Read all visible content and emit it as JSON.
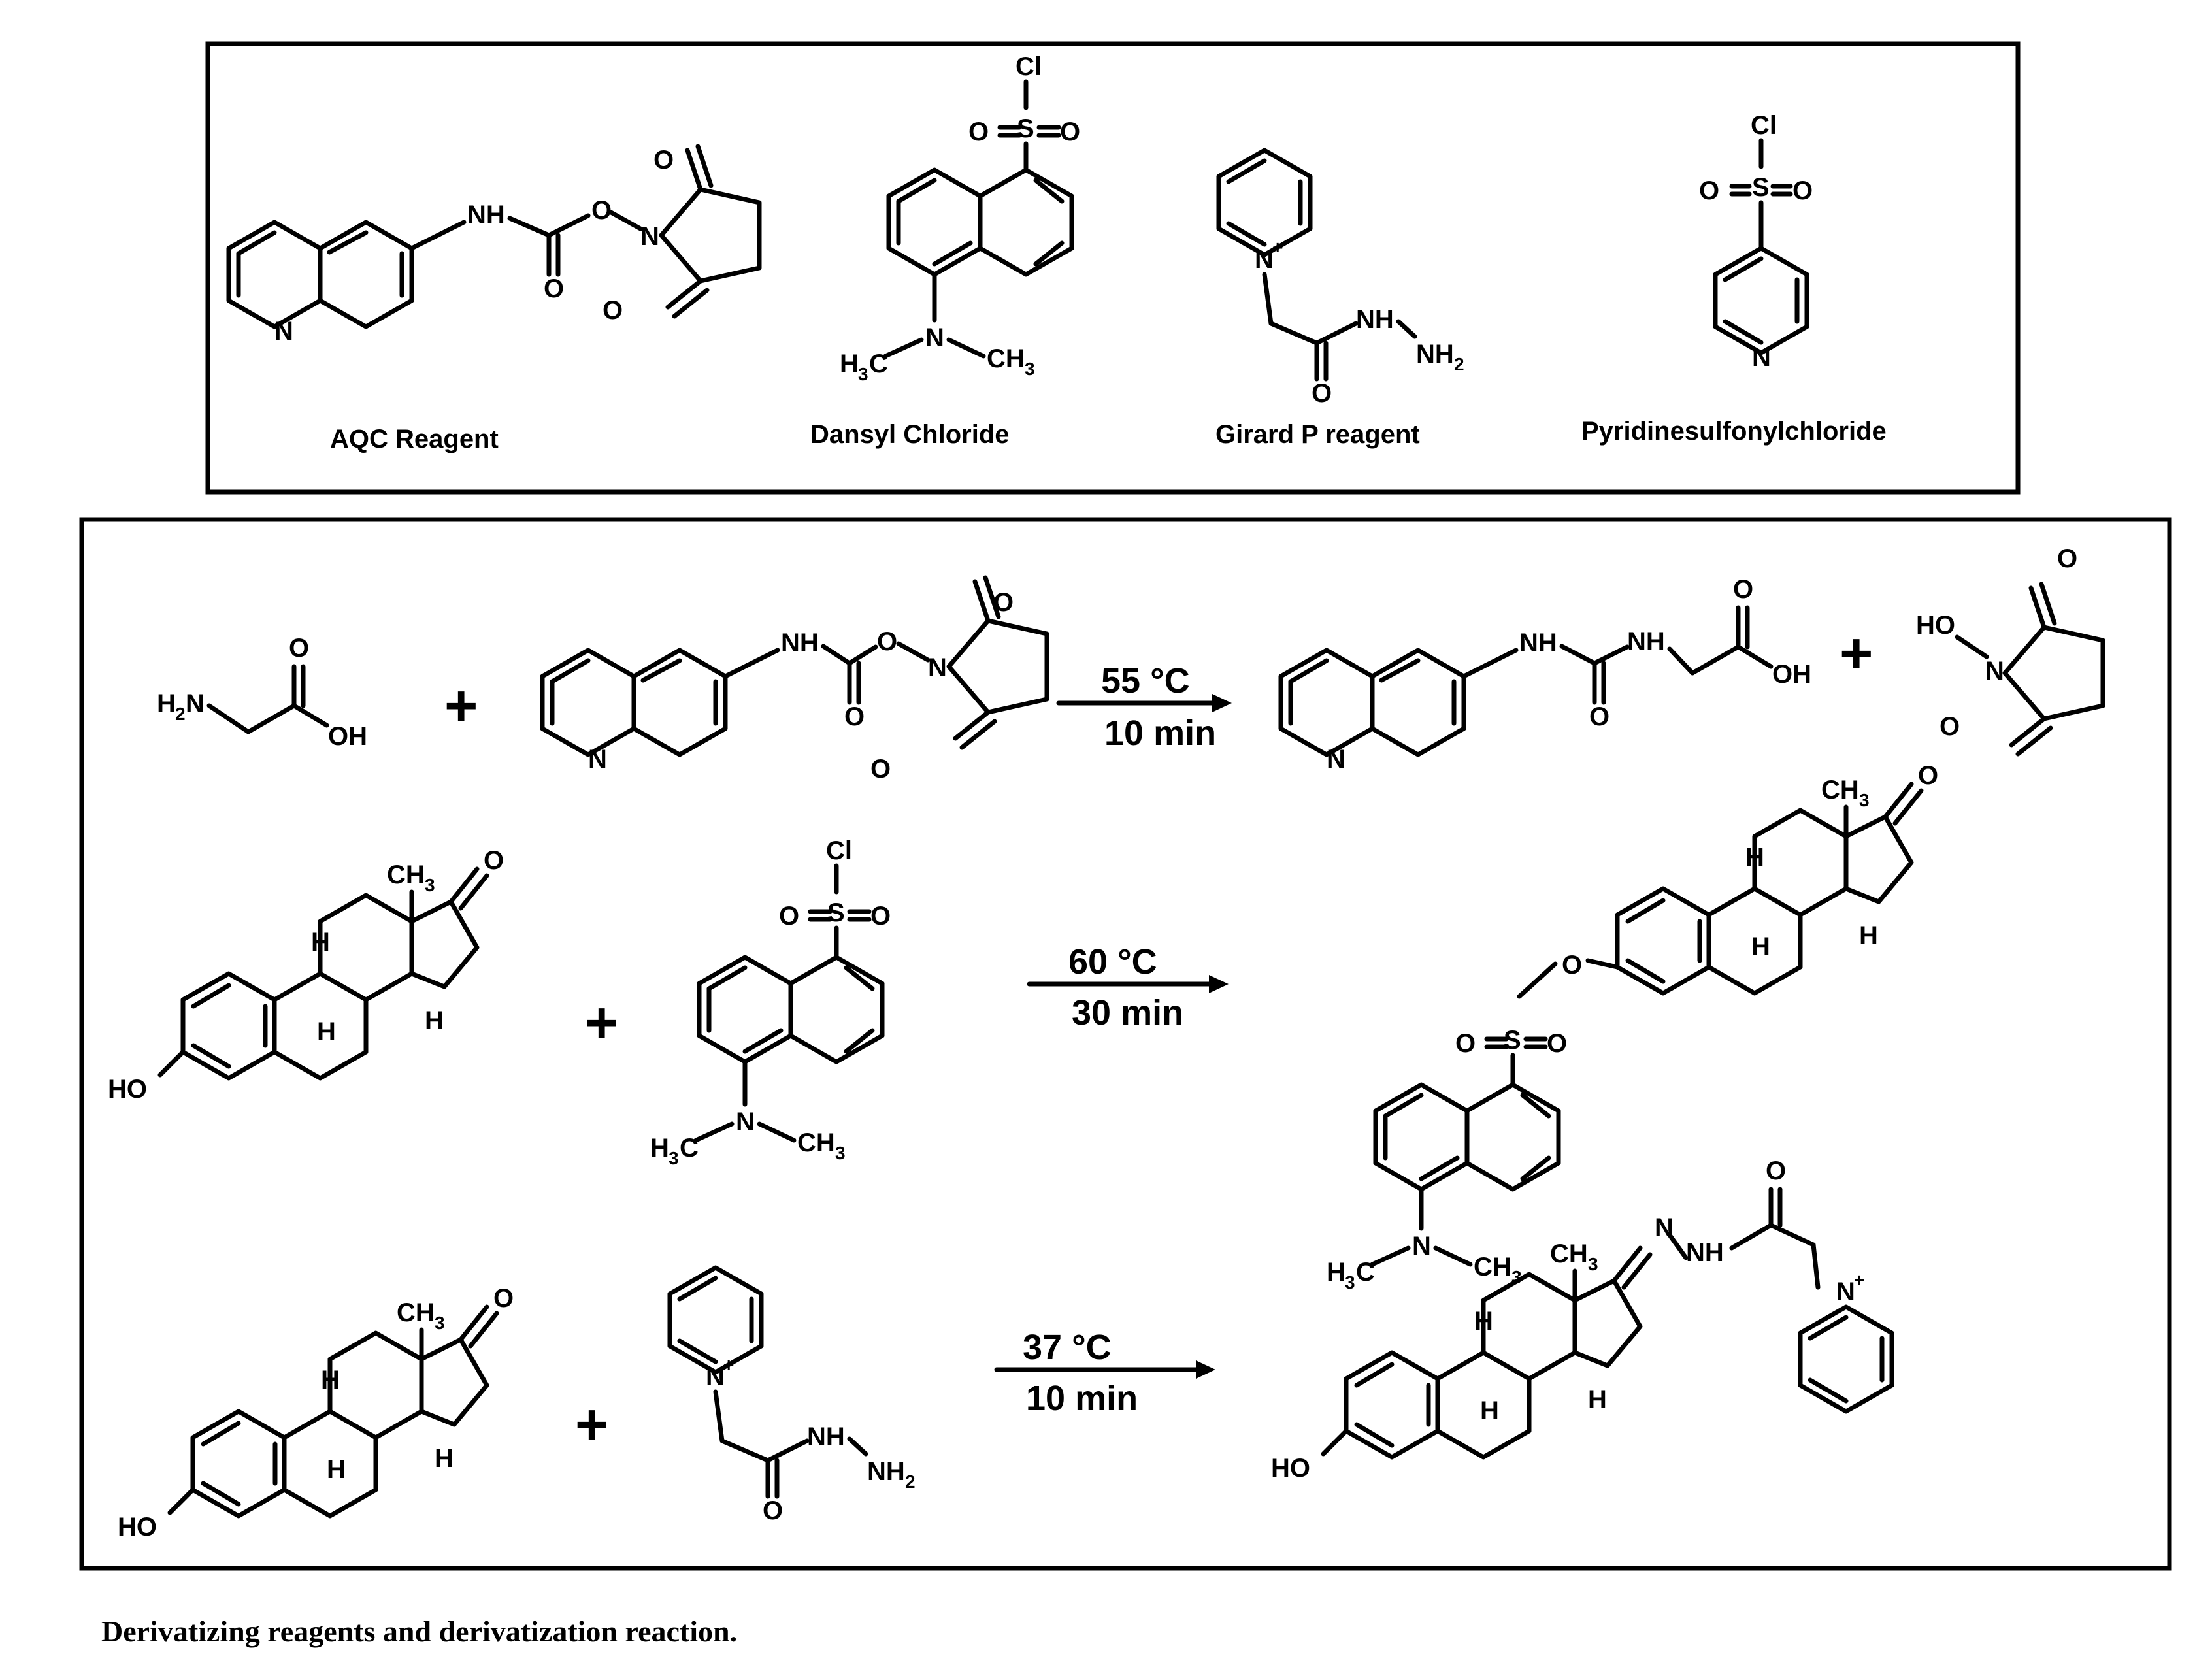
{
  "reagents": [
    {
      "name": "AQC Reagent"
    },
    {
      "name": "Dansyl Chloride"
    },
    {
      "name": "Girard P reagent"
    },
    {
      "name": "Pyridinesulfonylchloride"
    }
  ],
  "reactions": [
    {
      "condition_temp": "55 °C",
      "condition_time": "10 min"
    },
    {
      "condition_temp": "60 °C",
      "condition_time": "30 min"
    },
    {
      "condition_temp": "37 °C",
      "condition_time": "10 min"
    }
  ],
  "plus_sign": "+",
  "caption": "Derivatizing reagents and derivatization reaction."
}
